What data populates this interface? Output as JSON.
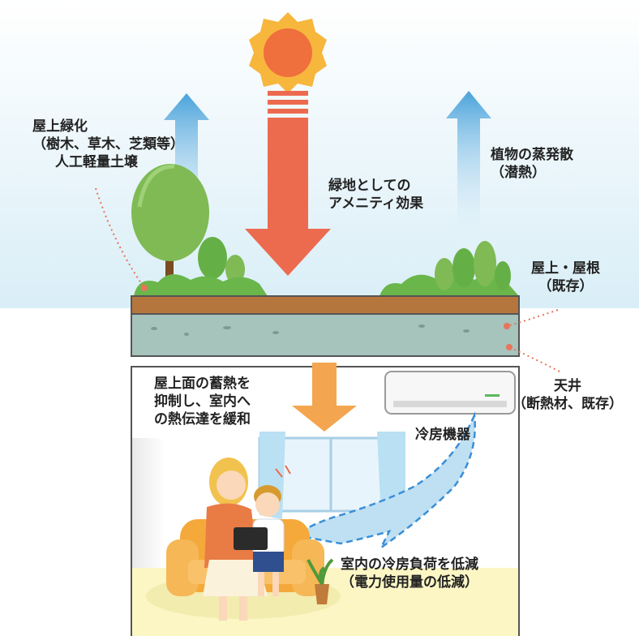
{
  "labels": {
    "roof_greening": [
      "屋上緑化",
      "（樹木、草木、芝類等）",
      "人工軽量土壌"
    ],
    "evapotranspiration": [
      "植物の蒸発散",
      "（潜熱）"
    ],
    "amenity": [
      "緑地としての",
      "アメニティ効果"
    ],
    "roof": [
      "屋上・屋根",
      "（既存）"
    ],
    "ceiling": [
      "天井",
      "（断熱材、既存）"
    ],
    "heat_storage": [
      "屋上面の蓄熱を",
      "抑制し、室内へ",
      "の熱伝達を緩和"
    ],
    "air_conditioner": "冷房機器",
    "cooling_load": [
      "室内の冷房負荷を低減",
      "（電力使用量の低減）"
    ]
  },
  "icons": [
    "sun-icon",
    "heat-down-arrow-icon",
    "evaporation-up-arrow-icon",
    "tree-icon",
    "air-conditioner-icon",
    "window-icon",
    "sofa-icon",
    "tablet-icon",
    "potted-plant-icon",
    "cool-air-flow-icon"
  ],
  "colors": {
    "sky_top": "#ffffff",
    "sky_bottom": "#d9eef7",
    "sun": "#ef6f3d",
    "sun_rays": "#f7b73d",
    "heat_arrow": "#ec6b4f",
    "down_arrow": "#f3a64f",
    "up_arrow": "#4aa3db",
    "green": "#6ab64b",
    "soil": "#b5763e",
    "slab": "#a6c3bc",
    "room_wall": "#ffffff",
    "floor": "#fbf6c4",
    "cool_air": "#3a8fd8",
    "sofa": "#f4a93a"
  }
}
